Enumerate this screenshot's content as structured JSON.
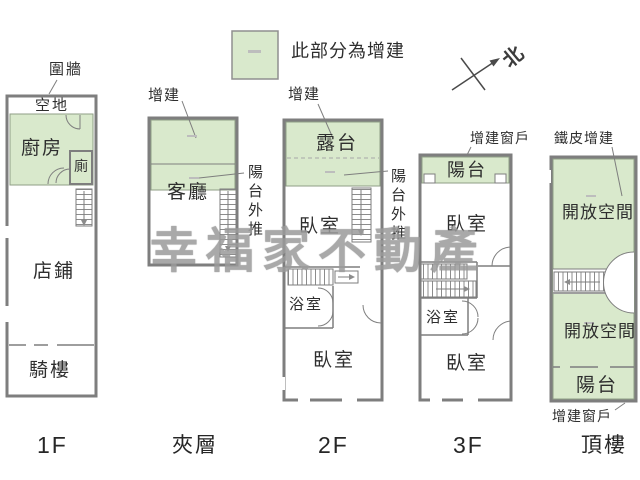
{
  "legend": {
    "text": "此部分為增建"
  },
  "compass": {
    "label": "北"
  },
  "watermark": {
    "text": "幸福家不動產"
  },
  "floors": [
    {
      "name": "1F",
      "annotations": {
        "fence": "圍牆"
      },
      "rooms": {
        "open_ground": "空地",
        "kitchen": "廚房",
        "toilet": "廁",
        "shop": "店鋪",
        "arcade": "騎樓"
      }
    },
    {
      "name": "夾層",
      "annotations": {
        "addition": "增建",
        "balcony_pushed_out": "陽台外推"
      },
      "rooms": {
        "living_room": "客廳"
      }
    },
    {
      "name": "2F",
      "annotations": {
        "addition": "增建",
        "balcony_pushed_out": "陽台外推"
      },
      "rooms": {
        "terrace": "露台",
        "bedroom_upper": "臥室",
        "bathroom": "浴室",
        "bedroom_lower": "臥室"
      }
    },
    {
      "name": "3F",
      "annotations": {
        "added_window": "增建窗戶"
      },
      "rooms": {
        "balcony": "陽台",
        "bedroom_upper": "臥室",
        "bathroom": "浴室",
        "bedroom_lower": "臥室"
      }
    },
    {
      "name": "頂樓",
      "annotations": {
        "metal_addition": "鐵皮增建",
        "added_window": "增建窗戶"
      },
      "rooms": {
        "open_space_upper": "開放空間",
        "open_space_lower": "開放空間",
        "balcony": "陽台"
      }
    }
  ],
  "colors": {
    "addition_fill": "#d9e9cc",
    "wall": "#7e7e7e",
    "watermark": "#9b9b9b",
    "label_text": "#2e2e2e"
  }
}
